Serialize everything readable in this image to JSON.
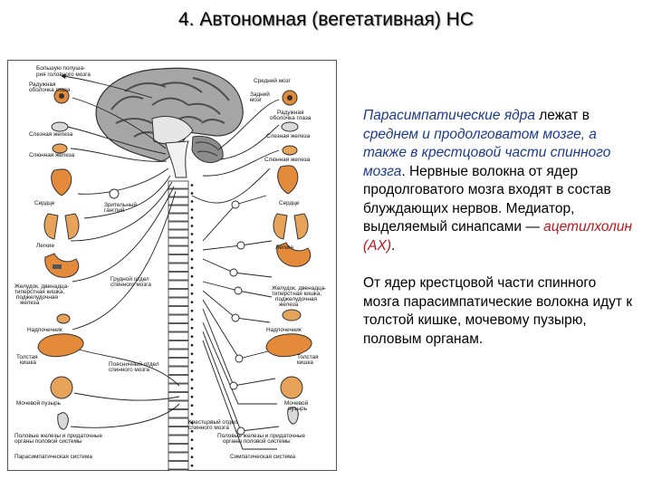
{
  "slide": {
    "title": "4. Автономная (вегетативная) НС"
  },
  "figure": {
    "left_labels": [
      "Большую полуша-",
      "рия головного мозга",
      "Радужная",
      "оболочка глаза",
      "Слезная железа",
      "Слюнная железа",
      "Сердце",
      "Легкие",
      "Желудок, двенадца-",
      "типерстная кишка,",
      "поджелудочная",
      "железа",
      "Надпочечник",
      "Толстая",
      "кишка",
      "Мочевой пузырь",
      "Половые железы и придаточные",
      "органы половой системы",
      "Парасимпатическая система"
    ],
    "center_labels": [
      "Зрительный",
      "ганглий",
      "Грудной отдел",
      "спинного мозга",
      "Поясничный отдел",
      "спинного мозга",
      "Крестцовый отдел",
      "спинного мозга"
    ],
    "right_labels": [
      "Средний мозг",
      "Задний",
      "мозг",
      "Радужная",
      "оболочка глаза",
      "Слезная железа",
      "Слюнная железа",
      "Сердце",
      "Легкие",
      "Желудок, двенадца-",
      "типерстная кишка,",
      "поджелудочная",
      "железа",
      "Надпочечник",
      "Толстая",
      "кишка",
      "Мочевой",
      "пузырь",
      "Половые железы и придаточные",
      "органы половой системы",
      "Симпатическая система"
    ]
  },
  "text": {
    "p1_hl1": "Парасимпатические ядра",
    "p1_t1": " лежат в ",
    "p1_hl2": "среднем и продолговатом мозге, а также в крестцовой части спинного мозга",
    "p1_t2": ". Нервные волокна от ядер продолговатого мозга входят в состав блуждающих нервов. Медиатор, выделяемый синапсами — ",
    "p1_hl3": "ацетилхолин (АХ)",
    "p1_t3": ".",
    "p2": "От ядер крестцовой части спинного мозга парасимпатические волокна идут к толстой кишке, мочевому пузырю, половым органам."
  },
  "colors": {
    "highlight_blue": "#1c3b8c",
    "highlight_red": "#c0161b",
    "organ_orange": "#e38b3a",
    "brain_gray": "#7f7f7f"
  }
}
